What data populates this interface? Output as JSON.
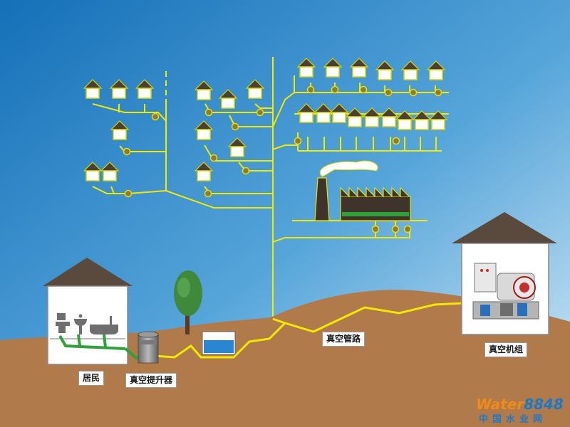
{
  "labels": {
    "residents": "居民",
    "lift_station": "真空提升器",
    "vacuum_pipe": "真空管路",
    "vacuum_unit": "真空机组"
  },
  "watermark": {
    "brand_part1": "Water",
    "brand_part2": "8848",
    "subtitle": "中国水业网"
  },
  "colors": {
    "sky_top": "#1e7cc4",
    "sky_bottom": "#cfe6f5",
    "ground": "#b07a4a",
    "pipe": "#f2e800",
    "roof": "#5a4a3e",
    "wall": "#ffffff",
    "green_pipe": "#2fa03a"
  }
}
